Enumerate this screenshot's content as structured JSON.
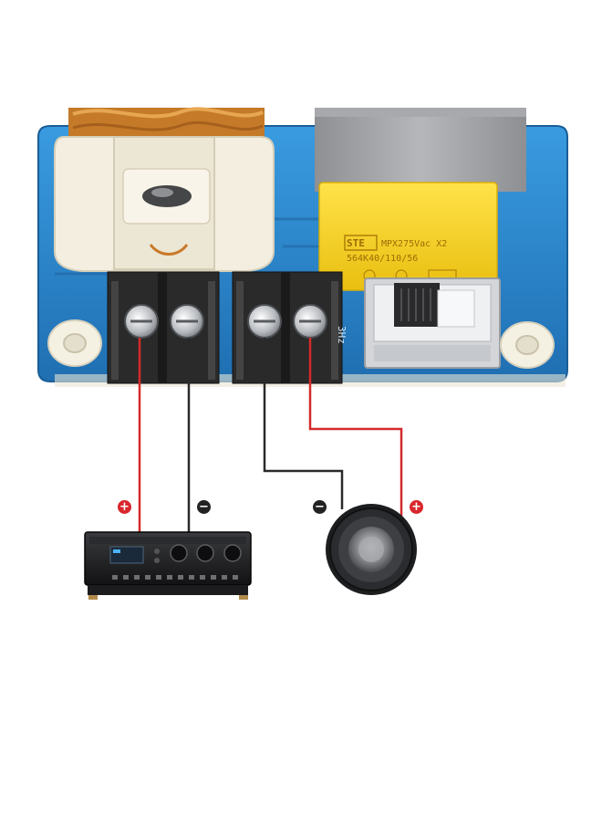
{
  "board": {
    "capacitor_brand": "STE",
    "capacitor_line1": "MPX275Vac X2",
    "capacitor_line2": "564K40/110/56",
    "frequency_label": "3Hz"
  },
  "polarity": {
    "plus": "+",
    "minus": "−"
  },
  "colors": {
    "pcb": "#2a86cc",
    "positive_wire": "#d42a2a",
    "negative_wire": "#2a2a2a",
    "capacitor": "#f3d21f",
    "terminal_block": "#2b2b2b",
    "inductor_bobbin": "#f4efe2",
    "copper_coil": "#c97a2a"
  },
  "icons": [
    "amplifier-icon",
    "speaker-icon",
    "plus-icon",
    "minus-icon"
  ]
}
